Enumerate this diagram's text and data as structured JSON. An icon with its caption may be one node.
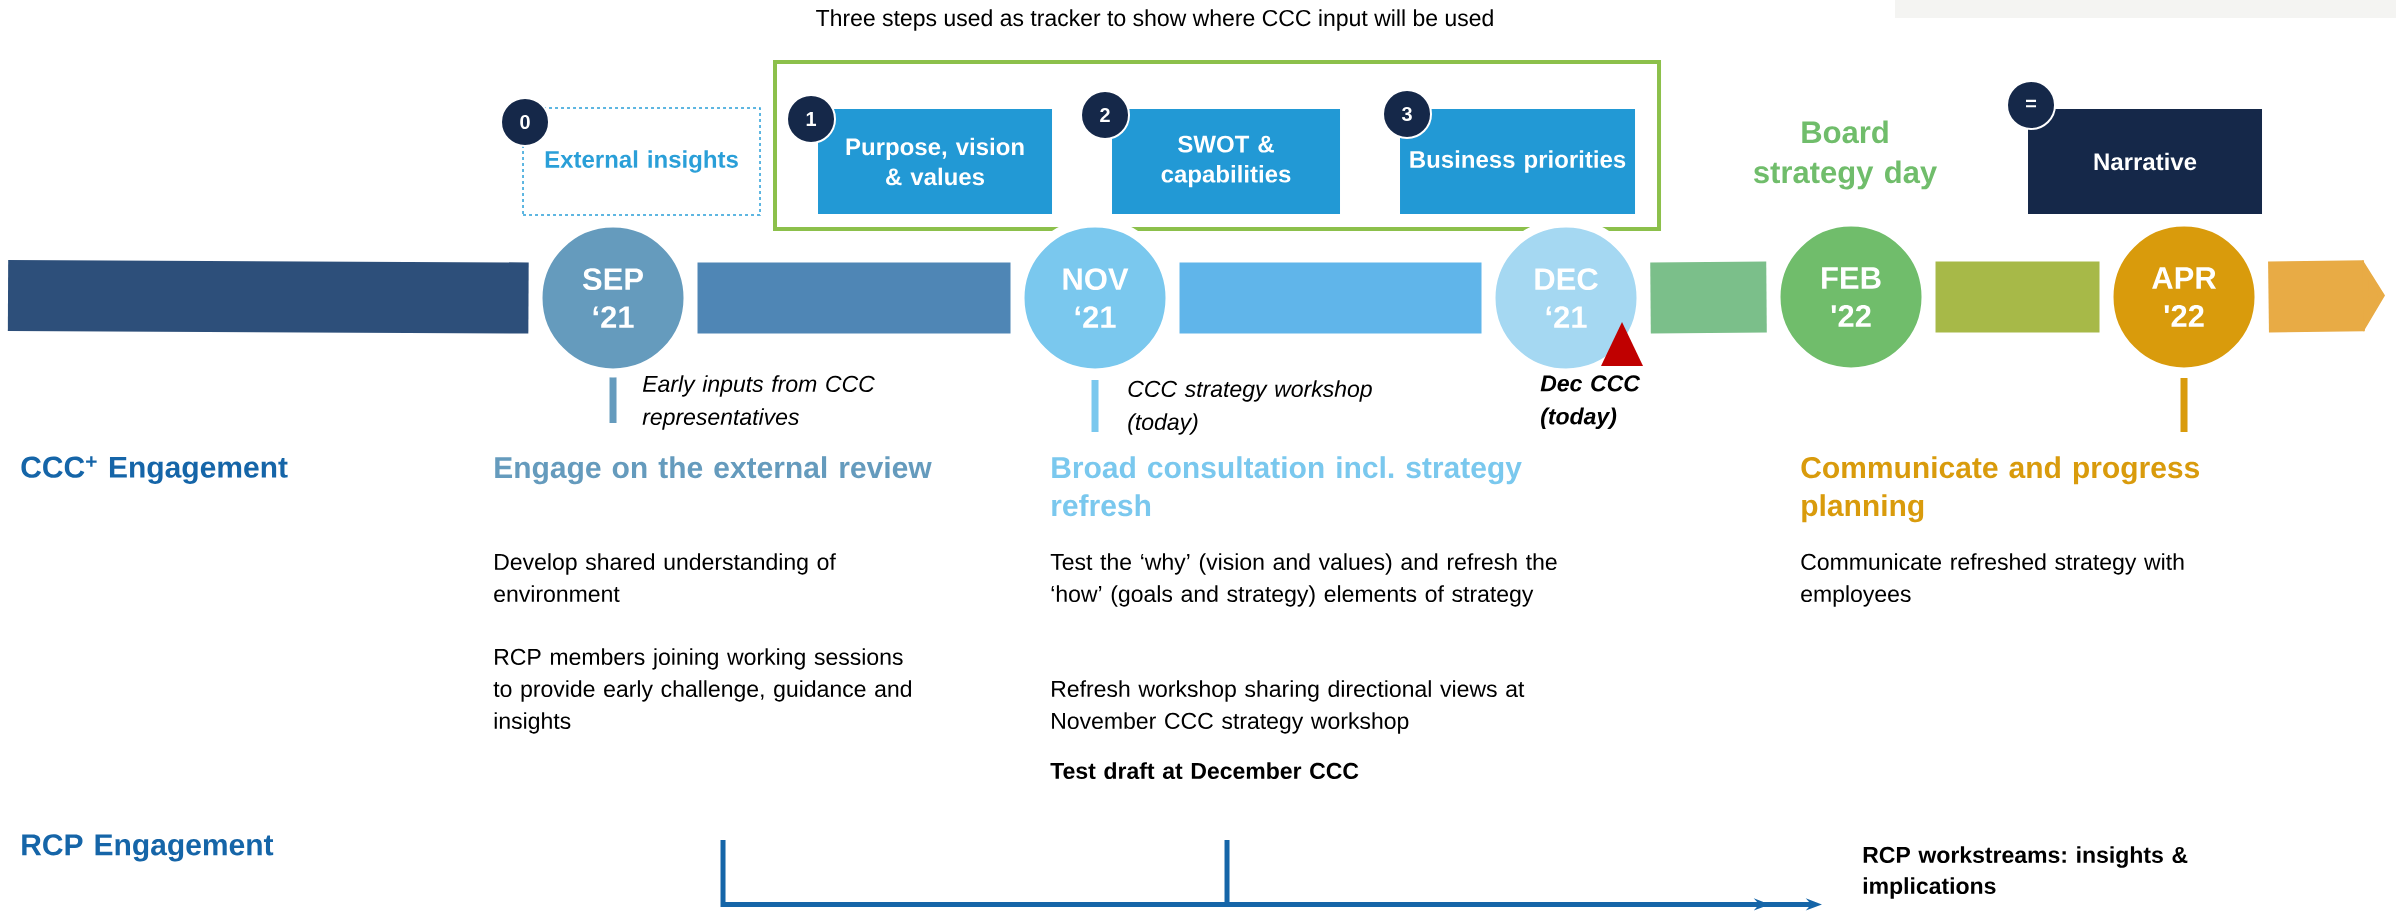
{
  "diagram": {
    "nodes": [
      {
        "text": [
          "Three steps used as tracker to show where CCC input will be used"
        ]
      },
      {
        "text": [
          "0"
        ]
      },
      {
        "text": [
          "External insights"
        ]
      },
      {
        "text": [
          "1"
        ],
        "in": 0
      },
      {
        "text": [
          "Purpose, vision & values"
        ],
        "in": 0
      },
      {
        "text": [
          "2"
        ],
        "in": 0
      },
      {
        "text": [
          "SWOT & capabilities"
        ],
        "in": 0
      },
      {
        "text": [
          "3"
        ],
        "in": 0
      },
      {
        "text": [
          "Business priorities"
        ],
        "in": 0
      },
      {
        "text": [
          "="
        ]
      },
      {
        "text": [
          "Narrative"
        ]
      },
      {
        "text": [
          "SEP ‘21"
        ],
        "beside": [
          "Early inputs from CCC representatives"
        ]
      },
      {
        "text": [
          "NOV ‘21"
        ],
        "beside": [
          "CCC strategy workshop (today)"
        ]
      },
      {
        "text": [
          "DEC ‘21"
        ],
        "beside": [
          "Dec CCC (today)"
        ]
      },
      {
        "text": [
          "FEB '22"
        ],
        "beside": [
          "Board strategy day"
        ]
      },
      {
        "text": [
          "APR '22"
        ]
      },
      {
        "text": [
          "RCP workstreams: insights & implications"
        ]
      }
    ],
    "edges": [
      {
        "from": null,
        "to": 16,
        "arrow": "to"
      },
      {
        "from": null,
        "to": 16,
        "arrow": "to"
      },
      {
        "from": null,
        "to": 11,
        "arrow": "none",
        "color": "#2d4f7a"
      },
      {
        "from": 11,
        "to": 12,
        "arrow": "none",
        "color": "#4f86b5"
      },
      {
        "from": 12,
        "to": 13,
        "arrow": "none",
        "color": "#60b5ea"
      },
      {
        "from": 13,
        "to": 14,
        "arrow": "none",
        "color": "#7bbf8a"
      },
      {
        "from": 14,
        "to": 15,
        "arrow": "none",
        "color": "#a7b948"
      },
      {
        "from": 15,
        "to": null,
        "arrow": "to",
        "color": "#e8ab45"
      }
    ],
    "labels": [
      "CCC$^{+}$ Engagement",
      "Engage on the external review",
      "Broad consultation incl. strategy refresh",
      "Communicate and progress planning",
      "Develop shared understanding of environment",
      "RCP members joining working sessions to provide early challenge, guidance and insights",
      "Test the ‘why’ (vision and values) and refresh the ‘how’ (goals and strategy) elements of strategy",
      "Refresh workshop sharing directional views at November CCC strategy workshop",
      "Test draft at December CCC",
      "Communicate refreshed strategy with employees",
      "RCP Engagement"
    ]
  }
}
